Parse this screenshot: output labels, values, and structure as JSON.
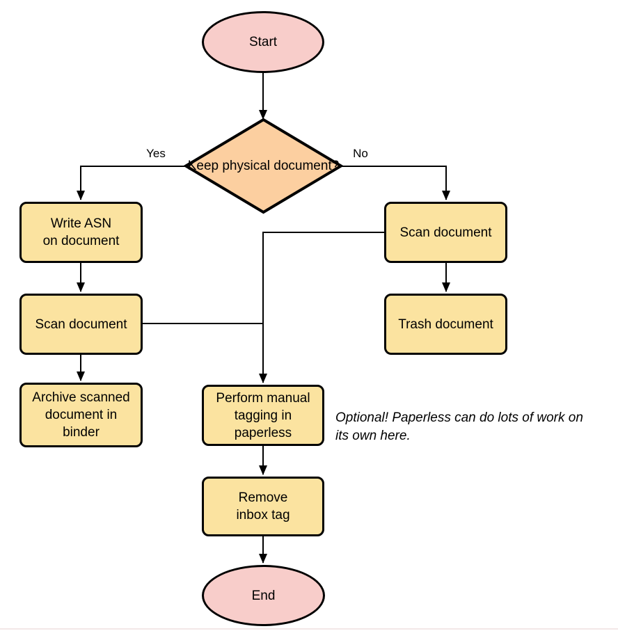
{
  "flowchart": {
    "nodes": {
      "start": {
        "label": "Start",
        "shape": "terminator"
      },
      "decision": {
        "label": "Keep physical\ndocument?",
        "shape": "decision"
      },
      "write_asn": {
        "label": "Write ASN\non document",
        "shape": "process"
      },
      "scan_left": {
        "label": "Scan document",
        "shape": "process"
      },
      "archive": {
        "label": "Archive scanned\ndocument in\nbinder",
        "shape": "process"
      },
      "scan_right": {
        "label": "Scan document",
        "shape": "process"
      },
      "trash": {
        "label": "Trash document",
        "shape": "process"
      },
      "perform_tagging": {
        "label": "Perform manual\ntagging in\npaperless",
        "shape": "process"
      },
      "remove_inbox": {
        "label": "Remove\ninbox tag",
        "shape": "process"
      },
      "end": {
        "label": "End",
        "shape": "terminator"
      }
    },
    "edge_labels": {
      "yes": "Yes",
      "no": "No"
    },
    "note": "Optional! Paperless can do lots of work on\nits own here."
  },
  "colors": {
    "terminator_fill": "#f8cdca",
    "decision_fill": "#fccfa0",
    "process_fill": "#fbe3a0",
    "stroke": "#000000"
  }
}
